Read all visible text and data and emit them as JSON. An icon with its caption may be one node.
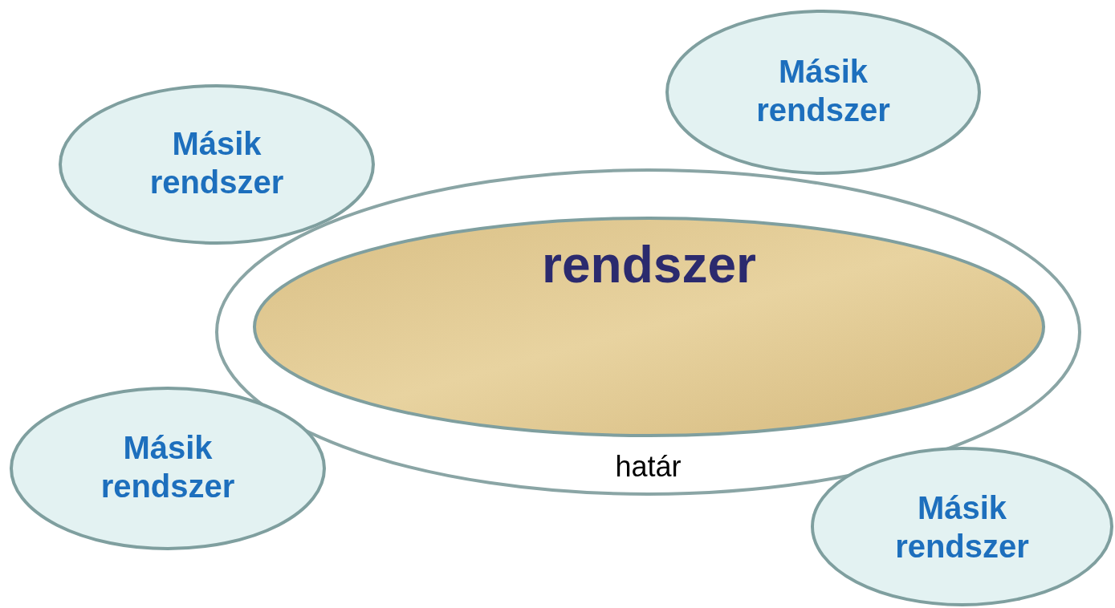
{
  "diagram": {
    "nodes": [
      {
        "text": [
          "Másik rendszer"
        ]
      },
      {
        "text": [
          "Másik rendszer"
        ]
      },
      {
        "text": [
          "határ"
        ]
      },
      {
        "text": [
          "rendszer"
        ],
        "in": 2
      },
      {
        "text": [
          "Másik rendszer"
        ]
      },
      {
        "text": [
          "Másik rendszer"
        ]
      }
    ]
  }
}
